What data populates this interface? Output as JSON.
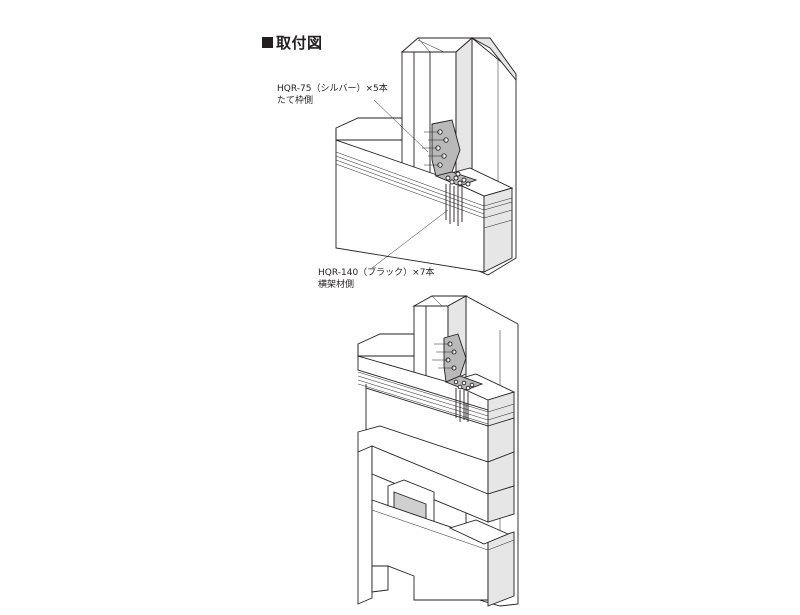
{
  "title": "取付図",
  "callouts": {
    "top": {
      "line1": "HQR-75（シルバー）×5本",
      "line2": "たて枠側"
    },
    "bottom": {
      "line1": "HQR-140（ブラック）×7本",
      "line2": "横架材側"
    }
  }
}
